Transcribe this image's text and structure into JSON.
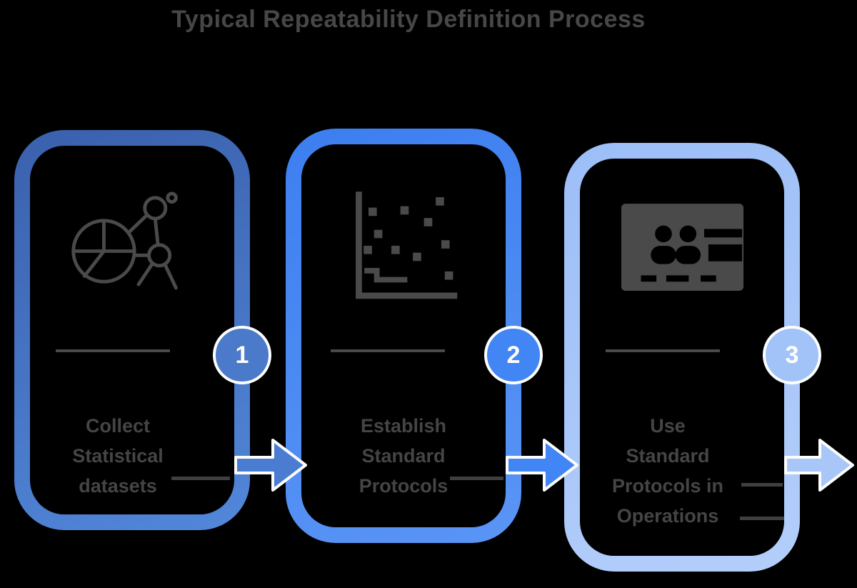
{
  "title": "Typical Repeatability Definition Process",
  "colors": {
    "background": "#000000",
    "title_text": "#474747",
    "label_text": "#454545",
    "icon_stroke": "#4a4a4a",
    "step1_accent": "#4a7ac9",
    "step2_accent": "#4285f4",
    "step3_accent": "#a8c6f8",
    "badge_ring": "#fdfdfd",
    "badge_number_text": "#ffffff"
  },
  "steps": [
    {
      "number": "1",
      "icon": "pie-chart-molecule-icon",
      "label_lines": {
        "l1": "Collect",
        "l2": "Statistical",
        "l3": "datasets"
      }
    },
    {
      "number": "2",
      "icon": "scatter-plot-icon",
      "label_lines": {
        "l1": "Establish",
        "l2": "Standard",
        "l3": "Protocols"
      }
    },
    {
      "number": "3",
      "icon": "presentation-audience-icon",
      "label_lines": {
        "l1": "Use",
        "l2": "Standard",
        "l3": "Protocols in",
        "l4": "Operations"
      }
    }
  ]
}
